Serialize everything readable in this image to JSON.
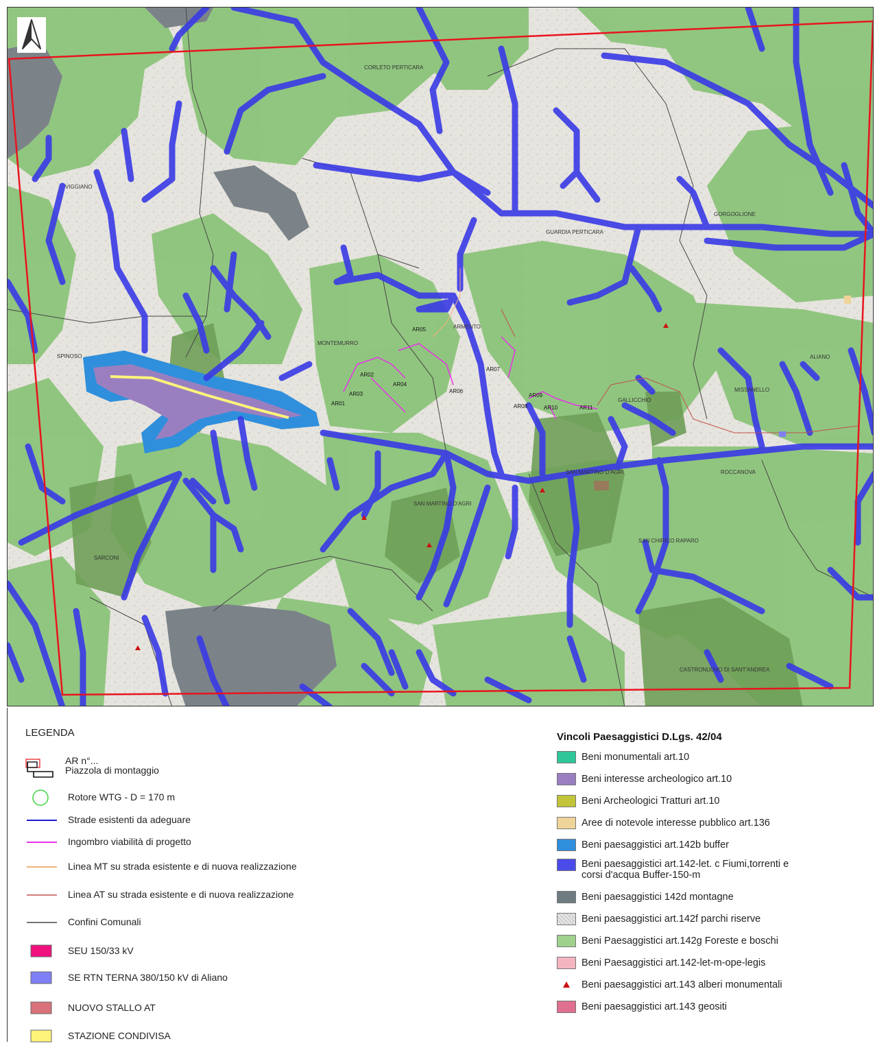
{
  "map": {
    "place_labels": [
      {
        "text": "CORLETO PERTICARA"
      },
      {
        "text": "VIGGIANO"
      },
      {
        "text": "GUARDIA PERTICARA"
      },
      {
        "text": "GORGOGLIONE"
      },
      {
        "text": "ARMENTO"
      },
      {
        "text": "MONTEMURRO"
      },
      {
        "text": "SPINOSO"
      },
      {
        "text": "GALLICCHIO"
      },
      {
        "text": "MISSANELLO"
      },
      {
        "text": "ALIANO"
      },
      {
        "text": "ROCCANOVA"
      },
      {
        "text": "SAN MARTINO D'AGRI"
      },
      {
        "text": "SAN MARTINO D'AGRI"
      },
      {
        "text": "SARCONI"
      },
      {
        "text": "SAN CHIRICO RAPARO"
      },
      {
        "text": "CASTRONUOVO DI SANT'ANDREA"
      }
    ],
    "ar_labels": [
      "AR01",
      "AR02",
      "AR03",
      "AR04",
      "AR05",
      "AR06",
      "AR07",
      "AR08",
      "AR09",
      "AR10",
      "AR11"
    ],
    "colors": {
      "forest": "#8cc47a",
      "dark_forest": "#6f9e58",
      "rivers": "#3a3ae6",
      "mountains": "#7b8389",
      "study_area": "#e8141e",
      "lake_buffer": "#2f8fdc",
      "background": "#eceae4"
    }
  },
  "legend_left": {
    "title": "LEGENDA",
    "items": [
      {
        "label": "AR n°...",
        "label2": "Piazzola di montaggio",
        "symbol": "piazzola"
      },
      {
        "label": "Rotore WTG - D = 170 m",
        "symbol": "circle",
        "color": "#3fd43f"
      },
      {
        "label": "Strade esistenti da adeguare",
        "symbol": "line",
        "color": "#1a1ad6"
      },
      {
        "label": "Ingombro viabilità di progetto",
        "symbol": "line",
        "color": "#e830e8"
      },
      {
        "label": "Linea MT su strada esistente e di nuova realizzazione",
        "symbol": "line",
        "color": "#f2b27a"
      },
      {
        "label": "Linea AT su strada esistente e di nuova realizzazione",
        "symbol": "line",
        "color": "#c0504d"
      },
      {
        "label": "Confini Comunali",
        "symbol": "line",
        "color": "#444444"
      },
      {
        "label": "SEU 150/33 kV",
        "symbol": "rect",
        "color": "#f0107e"
      },
      {
        "label": "SE RTN TERNA 380/150 kV di Aliano",
        "symbol": "rect",
        "color": "#7f7ff5"
      },
      {
        "label": "NUOVO STALLO AT",
        "symbol": "rect",
        "color": "#d9727a"
      },
      {
        "label": "STAZIONE CONDIVISA",
        "symbol": "rect",
        "color": "#fff47a"
      }
    ]
  },
  "legend_right": {
    "title": "Vincoli Paesaggistici D.Lgs. 42/04",
    "items": [
      {
        "label": "Beni monumentali art.10",
        "color": "#2fc79a",
        "type": "swatch"
      },
      {
        "label": "Beni interesse archeologico art.10",
        "color": "#9a7fc0",
        "type": "swatch"
      },
      {
        "label": "Beni Archeologici Tratturi art.10",
        "color": "#c2c43a",
        "type": "swatch"
      },
      {
        "label": "Aree di notevole interesse pubblico art.136",
        "color": "#efd49a",
        "type": "swatch"
      },
      {
        "label": "Beni paesaggistici art.142b buffer",
        "color": "#2f8fdc",
        "type": "swatch"
      },
      {
        "label": "Beni paesaggistici art.142-let. c Fiumi,torrenti e",
        "label2": "corsi d'acqua Buffer-150-m",
        "color": "#4b4bea",
        "type": "swatch"
      },
      {
        "label": "Beni paesaggistici 142d montagne",
        "color": "#6e7b80",
        "type": "swatch"
      },
      {
        "label": "Beni paesaggistici art.142f parchi riserve",
        "color": "#e6e6e6",
        "type": "hatch"
      },
      {
        "label": "Beni Paesaggistici art.142g Foreste e boschi",
        "color": "#9fd08c",
        "type": "swatch"
      },
      {
        "label": "Beni Paesaggistici art.142-let-m-ope-legis",
        "color": "#f5b5c0",
        "type": "swatch"
      },
      {
        "label": "Beni paesaggistici art.143 alberi monumentali",
        "color": "#cc1111",
        "type": "triangle"
      },
      {
        "label": "Beni paesaggistici art.143 geositi",
        "color": "#e07090",
        "type": "swatch"
      }
    ]
  }
}
